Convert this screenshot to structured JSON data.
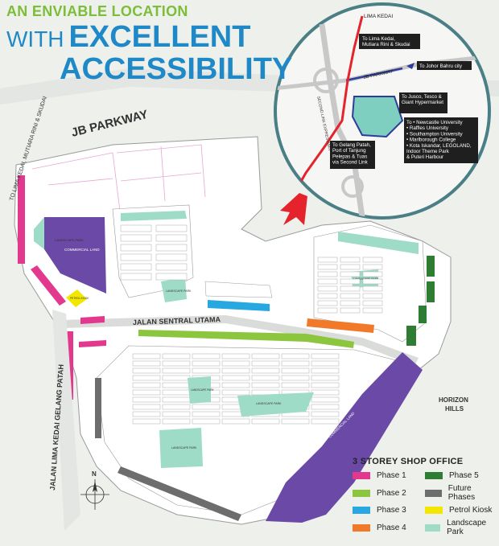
{
  "headline": {
    "line1": "AN ENVIABLE LOCATION",
    "with": "WITH",
    "line2": "EXCELLENT",
    "line3": "ACCESSIBILITY"
  },
  "roads": {
    "jb_parkway": "JB PARKWAY",
    "jalan_sentral_utama": "JALAN SENTRAL UTAMA",
    "jalan_lima_kedai": "JALAN LIMA KEDAI GELANG PATAH",
    "to_lima_kedai": "TO LIMA KEDAI, MUTIARA RINI & SKUDAI",
    "horizon_hills": "HORIZON\nHILLS"
  },
  "inset": {
    "lima_kedai": "LIMA KEDAI",
    "jb_parkway": "JB PARKWAY",
    "expressway": "SECOND LINK EXPRESSWAY",
    "callouts": [
      "To Lima Kedai,|Mutiara Rini & Skudai",
      "To Johor Bahru city",
      "To Jusco, Tesco &|Giant Hypermarket",
      "To  • Newcastle University|• Raffles University|• Southampton University|• Marlborough College|• Kota Iskandar, LEGOLAND,|Indoor Theme Park|& Puteri Harbour",
      "To Gelang Patah,|Port of Tanjung|Pelepas & Tuas|via Second Link"
    ]
  },
  "areas": {
    "landscape_park": "LANDSCAPE PARK",
    "commercial_land": "COMMERCIAL LAND",
    "petrol_kiosk": "PETROL KIOSK",
    "shop_office": "3 STOREY SHOP OFFICE"
  },
  "compass": "N",
  "legend": {
    "title": "3 STOREY SHOP OFFICE",
    "items": [
      {
        "label": "Phase 1",
        "color": "#e2398f"
      },
      {
        "label": "Phase 5",
        "color": "#2f7d33"
      },
      {
        "label": "Phase 2",
        "color": "#8cc63e"
      },
      {
        "label": "Future Phases",
        "color": "#6d6d6d"
      },
      {
        "label": "Phase 3",
        "color": "#27a8e0"
      },
      {
        "label": "Petrol Kiosk",
        "color": "#f3e600"
      },
      {
        "label": "Phase 4",
        "color": "#f07a2a"
      },
      {
        "label": "Landscape Park",
        "color": "#9fdcc7"
      }
    ]
  },
  "colors": {
    "commercial": "#6a4aa6",
    "landscape": "#9fdcc7",
    "road": "#ffffff",
    "red_road": "#e4232c",
    "jb_parkway_blue": "#2d3d9a"
  }
}
